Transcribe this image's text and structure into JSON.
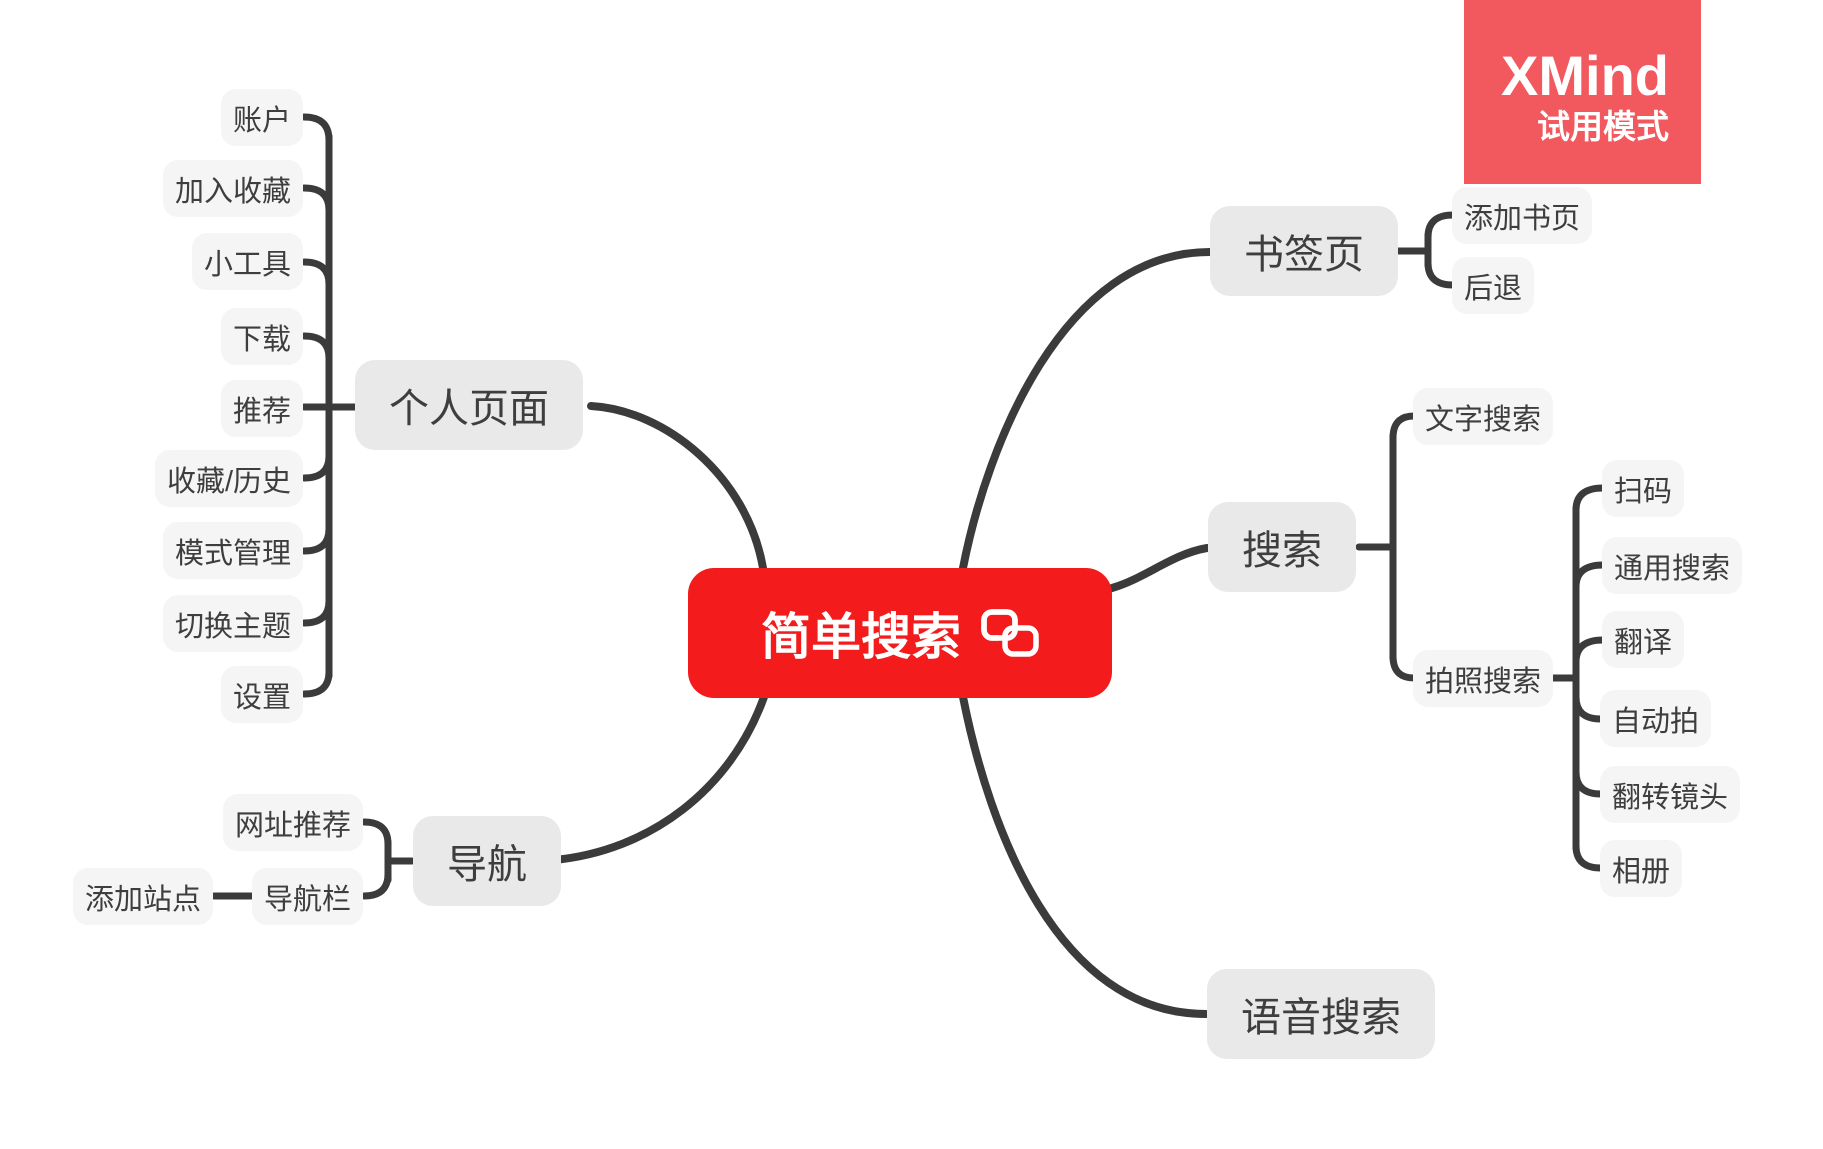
{
  "badge": {
    "title": "XMind",
    "subtitle": "试用模式"
  },
  "colors": {
    "central_bg": "#F31B1B",
    "badge_bg": "#F2595E",
    "line": "#3B3B3B",
    "branch_bg": "#E9E9E9",
    "child_bg": "#F5F5F5",
    "text": "#3E3E3E"
  },
  "mindmap": {
    "root": {
      "label": "简单搜索",
      "icon": "link-icon"
    },
    "branches": [
      {
        "label": "个人页面",
        "children": [
          {
            "label": "账户"
          },
          {
            "label": "加入收藏"
          },
          {
            "label": "小工具"
          },
          {
            "label": "下载"
          },
          {
            "label": "推荐"
          },
          {
            "label": "收藏/历史"
          },
          {
            "label": "模式管理"
          },
          {
            "label": "切换主题"
          },
          {
            "label": "设置"
          }
        ]
      },
      {
        "label": "导航",
        "children": [
          {
            "label": "网址推荐"
          },
          {
            "label": "导航栏",
            "children": [
              {
                "label": "添加站点"
              }
            ]
          }
        ]
      },
      {
        "label": "书签页",
        "children": [
          {
            "label": "添加书页"
          },
          {
            "label": "后退"
          }
        ]
      },
      {
        "label": "搜索",
        "children": [
          {
            "label": "文字搜索"
          },
          {
            "label": "拍照搜索",
            "children": [
              {
                "label": "扫码"
              },
              {
                "label": "通用搜索"
              },
              {
                "label": "翻译"
              },
              {
                "label": "自动拍"
              },
              {
                "label": "翻转镜头"
              },
              {
                "label": "相册"
              }
            ]
          }
        ]
      },
      {
        "label": "语音搜索"
      }
    ]
  }
}
